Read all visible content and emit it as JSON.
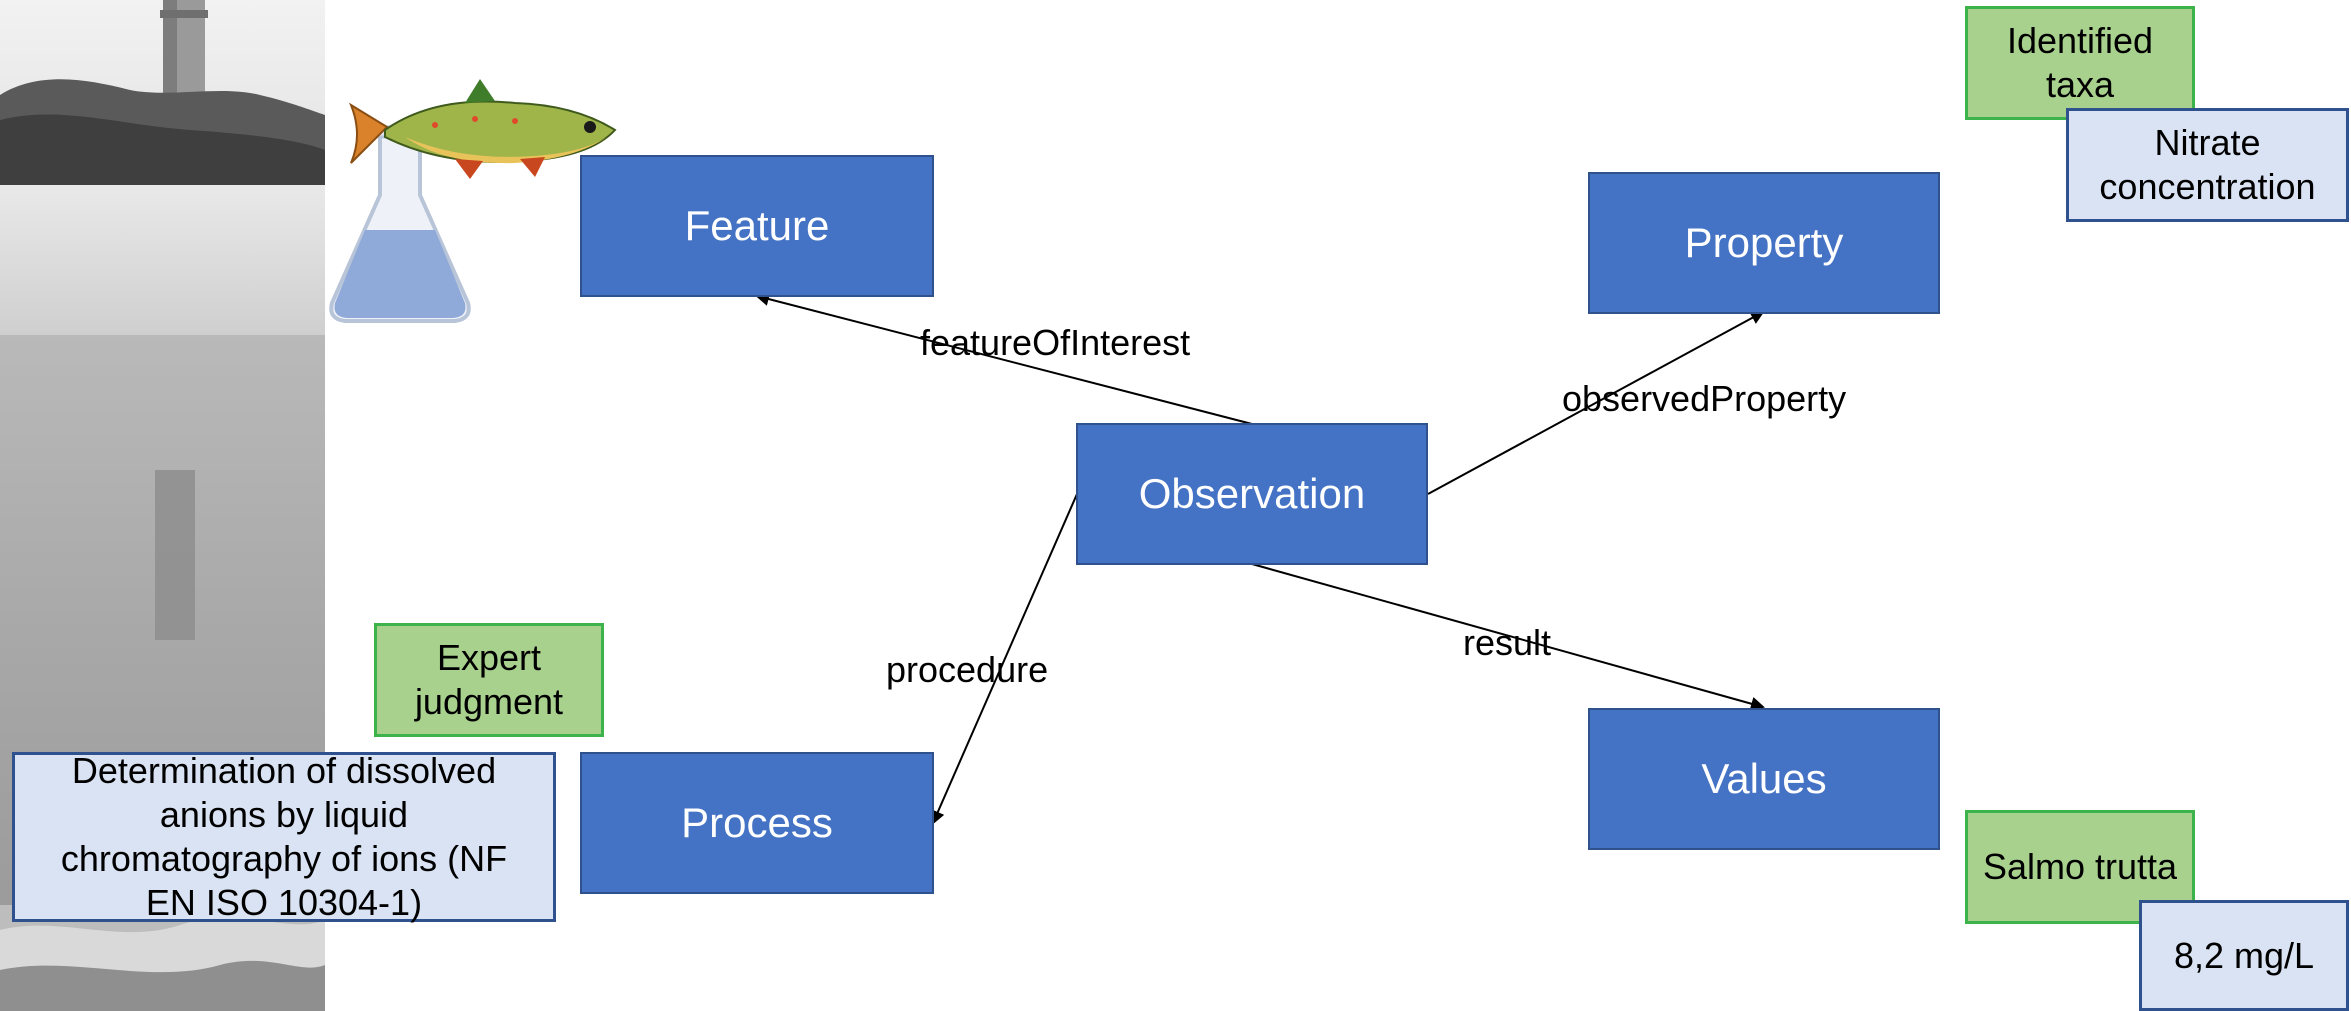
{
  "nodes": {
    "feature": "Feature",
    "property": "Property",
    "observation": "Observation",
    "process": "Process",
    "values": "Values"
  },
  "edges": {
    "feature_of_interest": "featureOfInterest",
    "observed_property": "observedProperty",
    "result": "result",
    "procedure": "procedure"
  },
  "examples": {
    "identified_taxa": "Identified taxa",
    "nitrate_concentration": "Nitrate concentration",
    "expert_judgment": "Expert judgment",
    "determination_method": "Determination of dissolved anions by liquid chromatography of ions (NF EN ISO 10304-1)",
    "salmo_trutta": "Salmo trutta",
    "value_measured": "8,2 mg/L"
  },
  "icons": [
    "lighthouse-beach-photo",
    "fish-icon",
    "flask-icon"
  ],
  "colors": {
    "node_fill": "#4472c4",
    "node_border": "#2f528f",
    "green_fill": "#a9d18e",
    "green_border": "#3cb44b",
    "lightblue_fill": "#dae3f3"
  }
}
